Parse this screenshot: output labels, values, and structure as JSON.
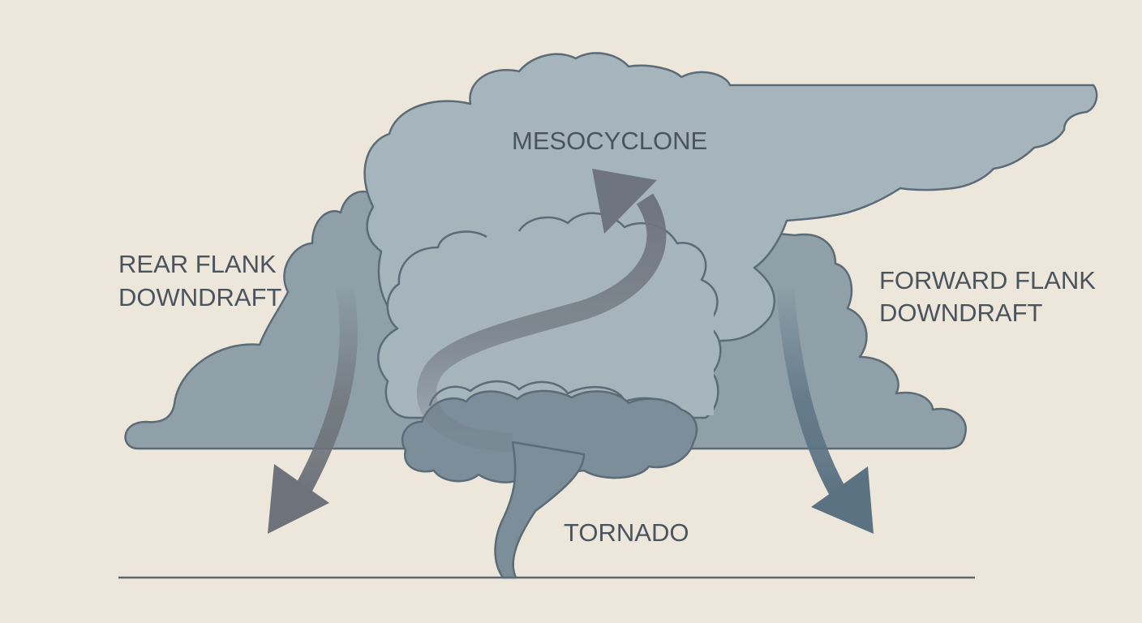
{
  "labels": {
    "mesocyclone": "MESOCYCLONE",
    "rear_flank_line1": "REAR FLANK",
    "rear_flank_line2": "DOWNDRAFT",
    "forward_flank_line1": "FORWARD FLANK",
    "forward_flank_line2": "DOWNDRAFT",
    "tornado": "TORNADO"
  },
  "colors": {
    "background": "#ede6da",
    "cloud_top": "#a6b4bb",
    "cloud_base": "#8fa0a8",
    "cloud_lower": "#7c8e99",
    "outline": "#5c6b78",
    "updraft_arrow": "#6f757e",
    "rear_downdraft_arrow": "#6e727a",
    "forward_downdraft_arrow": "#5b7283",
    "ground_line": "#5a6772",
    "label_text": "#4a545e"
  },
  "icons": {
    "updraft": "curved-arrow-up-icon",
    "rear_downdraft": "arrow-down-left-icon",
    "forward_downdraft": "arrow-down-right-icon"
  }
}
